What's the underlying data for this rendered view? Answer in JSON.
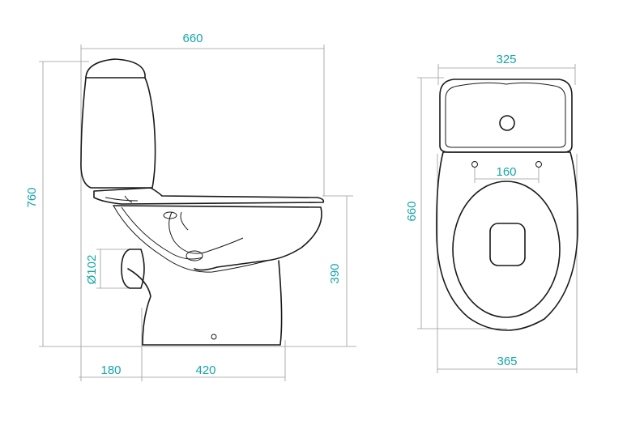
{
  "dimensions": {
    "side_width": "660",
    "side_height": "760",
    "pipe_diameter": "Ø102",
    "outlet_height": "390",
    "base_left": "180",
    "base_right": "420",
    "top_tank_width": "325",
    "top_depth": "660",
    "top_hole_spacing": "160",
    "top_overall_width": "365"
  },
  "colors": {
    "dimension_text": "#17a5a7",
    "dimension_line": "#9a9a9a",
    "outline": "#1a1a1a"
  }
}
